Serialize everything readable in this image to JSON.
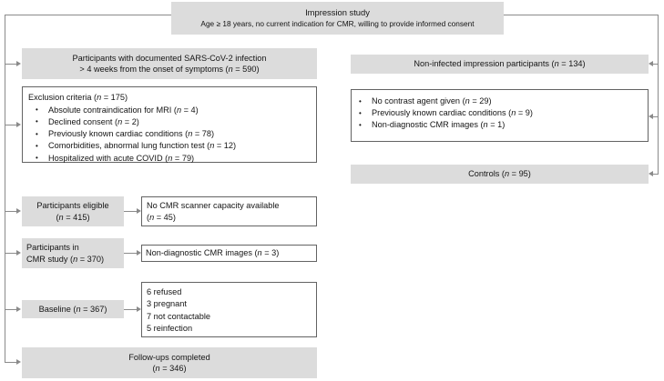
{
  "diagram": {
    "type": "participant-flow-chart",
    "header": {
      "title": "Impression study",
      "subtitle": "Age  ≥ 18 years, no current indication for CMR, willing to provide informed consent"
    },
    "left_branch": {
      "enrolled": {
        "line1": "Participants with documented SARS-CoV-2 infection",
        "line2": "> 4 weeks from the onset of symptoms (n = 590)",
        "n": 590
      },
      "exclusion": {
        "title": "Exclusion criteria (n = 175)",
        "n": 175,
        "items": [
          "Absolute contraindication for MRI (n = 4)",
          "Declined consent (n = 2)",
          "Previously known cardiac conditions (n = 78)",
          "Comorbidities, abnormal lung function test (n = 12)",
          "Hospitalized with acute COVID (n = 79)"
        ],
        "counts": [
          4,
          2,
          78,
          12,
          79
        ]
      },
      "eligible": {
        "line1": "Participants eligible",
        "line2": "(n = 415)",
        "n": 415
      },
      "no_capacity": {
        "line1": "No CMR scanner capacity available",
        "line2": "(n = 45)",
        "n": 45
      },
      "cmr_study": {
        "line1": "Participants in",
        "line2": "CMR study (n = 370)",
        "n": 370
      },
      "nondiagnostic_left": {
        "label": "Non-diagnostic CMR images (n = 3)",
        "n": 3
      },
      "baseline": {
        "label": "Baseline (n = 367)",
        "n": 367
      },
      "losses": {
        "items": [
          "6 refused",
          "3 pregnant",
          "7 not contactable",
          "5 reinfection"
        ],
        "counts": [
          6,
          3,
          7,
          5
        ]
      },
      "followups": {
        "line1": "Follow-ups completed",
        "line2": "(n = 346)",
        "n": 346
      }
    },
    "right_branch": {
      "non_infected": {
        "label": "Non-infected impression participants (n = 134)",
        "n": 134
      },
      "exclusion": {
        "items": [
          "No contrast agent given (n = 29)",
          "Previously known cardiac conditions (n = 9)",
          "Non-diagnostic CMR images (n = 1)"
        ],
        "counts": [
          29,
          9,
          1
        ]
      },
      "controls": {
        "label": "Controls (n = 95)",
        "n": 95
      }
    },
    "colors": {
      "box_fill_gray": "#dcdcdc",
      "box_border": "#636363",
      "connector": "#8a8a8a",
      "text": "#141414",
      "background": "#ffffff"
    }
  }
}
